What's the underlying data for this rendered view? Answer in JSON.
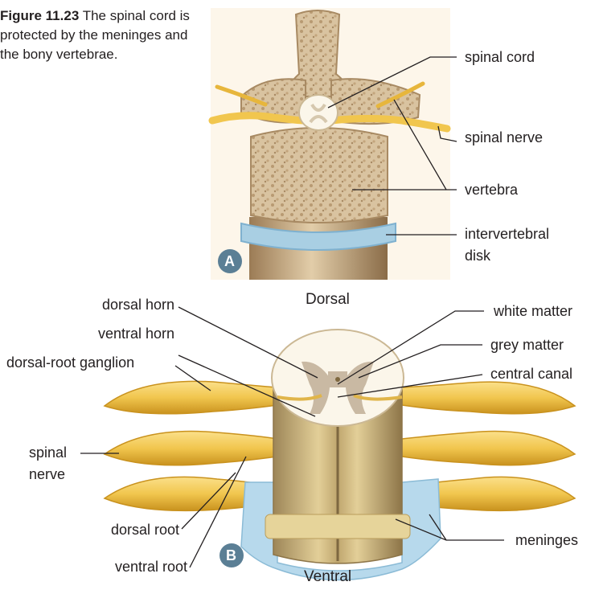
{
  "caption": {
    "figure_label": "Figure 11.23",
    "text": "The spinal cord is protected by the meninges and the bony vertebrae."
  },
  "panel_a": {
    "badge": "A",
    "labels": {
      "spinal_cord": "spinal cord",
      "spinal_nerve": "spinal nerve",
      "vertebra": "vertebra",
      "intervertebral_disk_line1": "intervertebral",
      "intervertebral_disk_line2": "disk"
    }
  },
  "panel_b": {
    "badge": "B",
    "labels": {
      "dorsal": "Dorsal",
      "ventral": "Ventral",
      "dorsal_horn": "dorsal horn",
      "ventral_horn": "ventral horn",
      "dorsal_root_ganglion": "dorsal-root ganglion",
      "spinal_nerve_line1": "spinal",
      "spinal_nerve_line2": "nerve",
      "dorsal_root": "dorsal root",
      "ventral_root": "ventral root",
      "white_matter": "white matter",
      "grey_matter": "grey matter",
      "central_canal": "central canal",
      "meninges": "meninges"
    }
  },
  "colors": {
    "badge": "#5b7f95",
    "bone": "#d9c3a0",
    "bone_dark": "#b89a72",
    "nerve": "#f1c64e",
    "nerve_dark": "#d9a52a",
    "disk": "#a9cfe3",
    "meninges": "#b7d9ec",
    "cord_white": "#fbf6ea",
    "grey_matter": "#c9b9a3",
    "leader": "#231f20"
  }
}
